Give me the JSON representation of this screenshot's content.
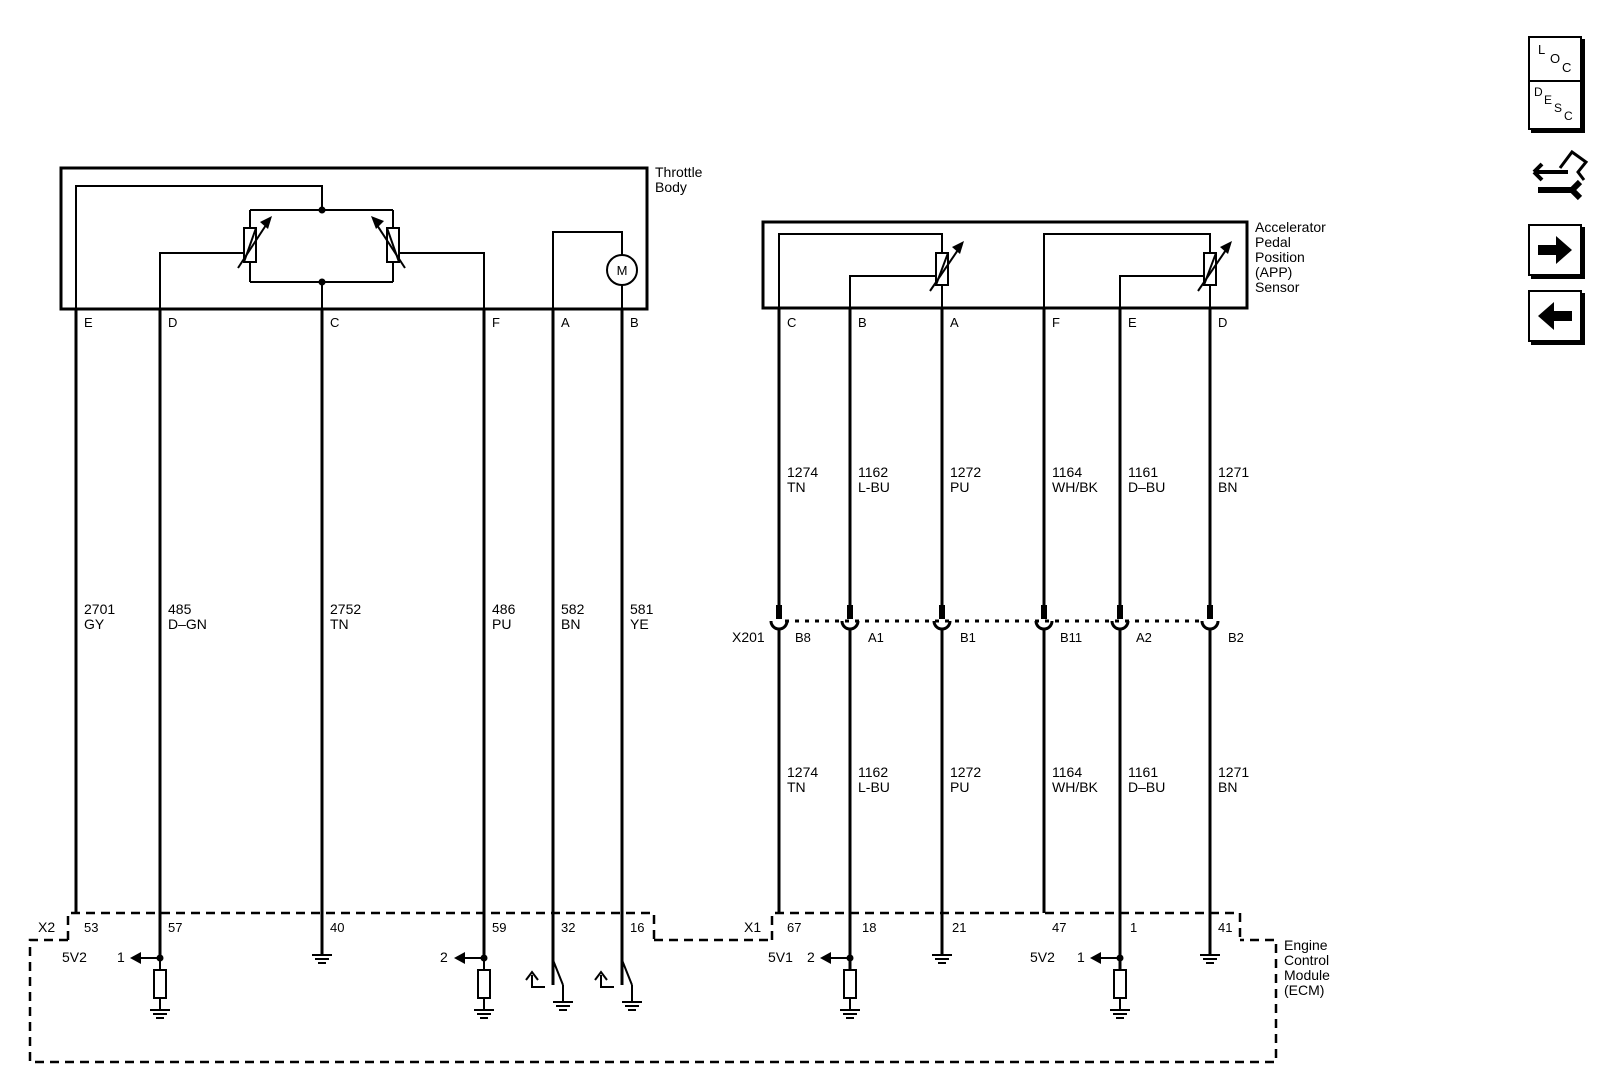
{
  "throttle_body": {
    "title_line1": "Throttle",
    "title_line2": "Body",
    "pins": [
      "E",
      "D",
      "C",
      "F",
      "A",
      "B"
    ],
    "motor_label": "M",
    "wires": [
      {
        "circuit": "2701",
        "color": "GY"
      },
      {
        "circuit": "485",
        "color": "D–GN"
      },
      {
        "circuit": "2752",
        "color": "TN"
      },
      {
        "circuit": "486",
        "color": "PU"
      },
      {
        "circuit": "582",
        "color": "BN"
      },
      {
        "circuit": "581",
        "color": "YE"
      }
    ]
  },
  "app_sensor": {
    "title_lines": [
      "Accelerator",
      "Pedal",
      "Position",
      "(APP)",
      "Sensor"
    ],
    "pins": [
      "C",
      "B",
      "A",
      "F",
      "E",
      "D"
    ],
    "wires_upper": [
      {
        "circuit": "1274",
        "color": "TN"
      },
      {
        "circuit": "1162",
        "color": "L-BU"
      },
      {
        "circuit": "1272",
        "color": "PU"
      },
      {
        "circuit": "1164",
        "color": "WH/BK"
      },
      {
        "circuit": "1161",
        "color": "D–BU"
      },
      {
        "circuit": "1271",
        "color": "BN"
      }
    ],
    "wires_lower": [
      {
        "circuit": "1274",
        "color": "TN"
      },
      {
        "circuit": "1162",
        "color": "L-BU"
      },
      {
        "circuit": "1272",
        "color": "PU"
      },
      {
        "circuit": "1164",
        "color": "WH/BK"
      },
      {
        "circuit": "1161",
        "color": "D–BU"
      },
      {
        "circuit": "1271",
        "color": "BN"
      }
    ]
  },
  "inline_connector": {
    "name": "X201",
    "cavities": [
      "B8",
      "A1",
      "B1",
      "B11",
      "A2",
      "B2"
    ]
  },
  "ecm": {
    "title_lines": [
      "Engine",
      "Control",
      "Module",
      "(ECM)"
    ],
    "x2": {
      "name": "X2",
      "pins": [
        "53",
        "57",
        "40",
        "59",
        "32",
        "16"
      ]
    },
    "x1": {
      "name": "X1",
      "pins": [
        "67",
        "18",
        "21",
        "47",
        "1",
        "41"
      ]
    },
    "refs": {
      "tb_5v": "5V2",
      "app_5v1": "5V1",
      "app_5v2": "5V2"
    },
    "signal_labels": {
      "tb_d": "1",
      "tb_f": "2",
      "app_b": "2",
      "app_e": "1"
    }
  },
  "nav": {
    "loc": {
      "l1": "L",
      "l2": "O",
      "l3": "C"
    },
    "desc": {
      "l1": "D",
      "l2": "E",
      "l3": "S",
      "l4": "C"
    },
    "icons": [
      "connector-tool-icon",
      "arrow-right-icon",
      "arrow-left-icon"
    ]
  }
}
